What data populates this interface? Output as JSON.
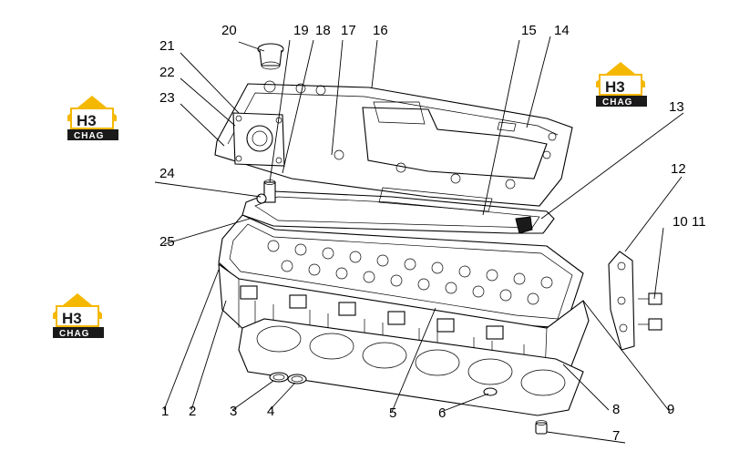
{
  "diagram": {
    "callouts": [
      {
        "id": "c1",
        "label": "1"
      },
      {
        "id": "c2",
        "label": "2"
      },
      {
        "id": "c3",
        "label": "3"
      },
      {
        "id": "c4",
        "label": "4"
      },
      {
        "id": "c5",
        "label": "5"
      },
      {
        "id": "c6",
        "label": "6"
      },
      {
        "id": "c7",
        "label": "7"
      },
      {
        "id": "c8",
        "label": "8"
      },
      {
        "id": "c9",
        "label": "9"
      },
      {
        "id": "c10",
        "label": "10"
      },
      {
        "id": "c11",
        "label": "11"
      },
      {
        "id": "c12",
        "label": "12"
      },
      {
        "id": "c13",
        "label": "13"
      },
      {
        "id": "c14",
        "label": "14"
      },
      {
        "id": "c15",
        "label": "15"
      },
      {
        "id": "c16",
        "label": "16"
      },
      {
        "id": "c17",
        "label": "17"
      },
      {
        "id": "c18",
        "label": "18"
      },
      {
        "id": "c19",
        "label": "19"
      },
      {
        "id": "c20",
        "label": "20"
      },
      {
        "id": "c21",
        "label": "21"
      },
      {
        "id": "c22",
        "label": "22"
      },
      {
        "id": "c23",
        "label": "23"
      },
      {
        "id": "c24",
        "label": "24"
      },
      {
        "id": "c25",
        "label": "25"
      }
    ]
  },
  "watermark": {
    "text_top": "H3",
    "text_bottom": "CHAG",
    "colors": {
      "roof": "#f5b800",
      "dark": "#1a1a1a"
    }
  }
}
